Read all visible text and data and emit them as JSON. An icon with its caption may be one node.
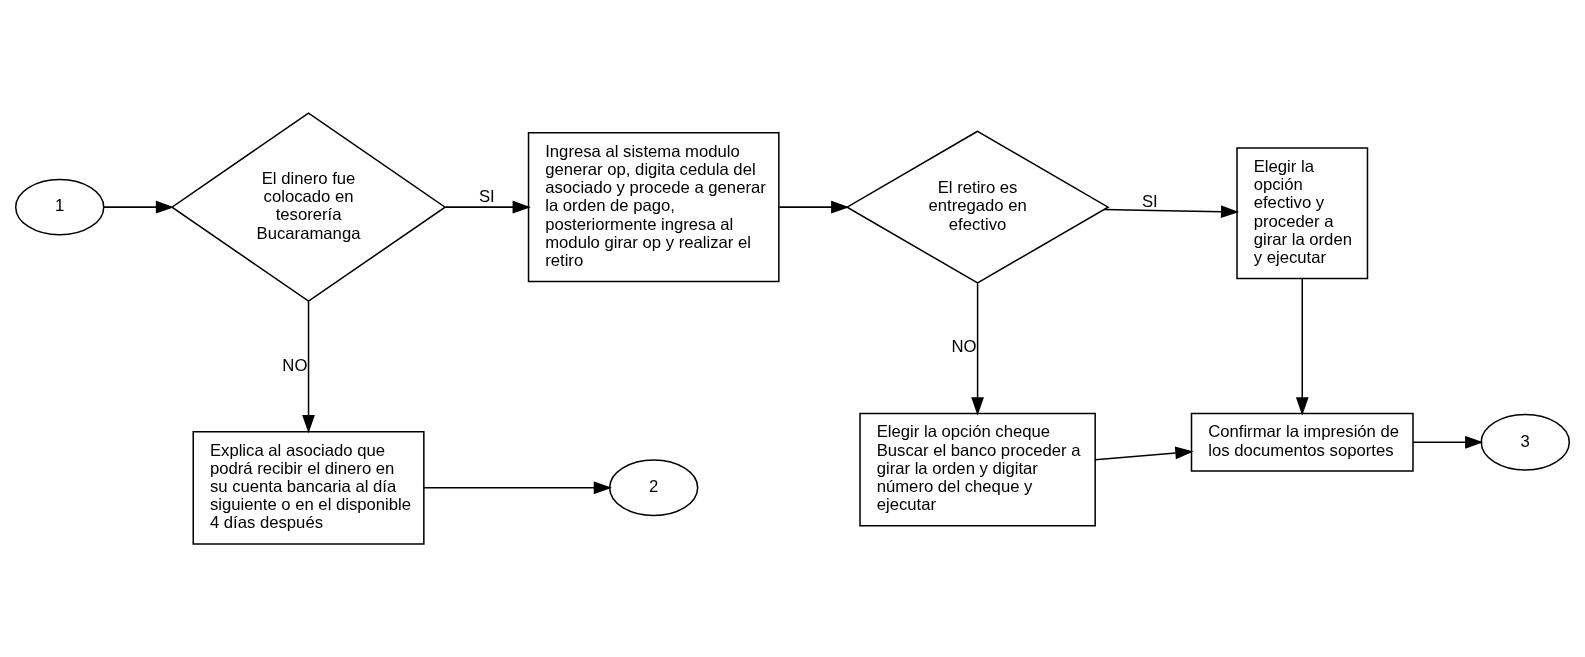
{
  "diagram": {
    "nodes": [
      {
        "text": [
          "1"
        ]
      },
      {
        "text": [
          "El dinero fue colocado en tesorería Bucaramanga"
        ]
      },
      {
        "text": [
          "Ingresa al sistema modulo generar op, digita cedula del asociado y procede a generar la orden de pago, posteriormente ingresa al modulo girar op y realizar el retiro"
        ]
      },
      {
        "text": [
          "El retiro es entregado en efectivo"
        ]
      },
      {
        "text": [
          "Elegir la opción efectivo y proceder a girar la orden y ejecutar"
        ]
      },
      {
        "text": [
          "Explica al asociado que podrá recibir el dinero en su cuenta bancaria al día siguiente o en el disponible 4 días después"
        ]
      },
      {
        "text": [
          "2"
        ]
      },
      {
        "text": [
          "Elegir la opción cheque Buscar el banco proceder a girar la orden y digitar número del cheque y ejecutar"
        ]
      },
      {
        "text": [
          "Confirmar la impresión de los documentos soportes"
        ]
      },
      {
        "text": [
          "3"
        ]
      }
    ],
    "edges": [
      {
        "from": 0,
        "to": 1,
        "arrow": "to"
      },
      {
        "from": 1,
        "to": 2,
        "arrow": "to",
        "label": "SI"
      },
      {
        "from": 1,
        "to": 5,
        "arrow": "to",
        "label": "NO"
      },
      {
        "from": 5,
        "to": 6,
        "arrow": "to"
      },
      {
        "from": 2,
        "to": 3,
        "arrow": "to"
      },
      {
        "from": 3,
        "to": 4,
        "arrow": "to",
        "label": "SI"
      },
      {
        "from": 3,
        "to": 7,
        "arrow": "to",
        "label": "NO"
      },
      {
        "from": 7,
        "to": 8,
        "arrow": "to"
      },
      {
        "from": 4,
        "to": 8,
        "arrow": "to"
      },
      {
        "from": 8,
        "to": 9,
        "arrow": "to"
      }
    ]
  }
}
